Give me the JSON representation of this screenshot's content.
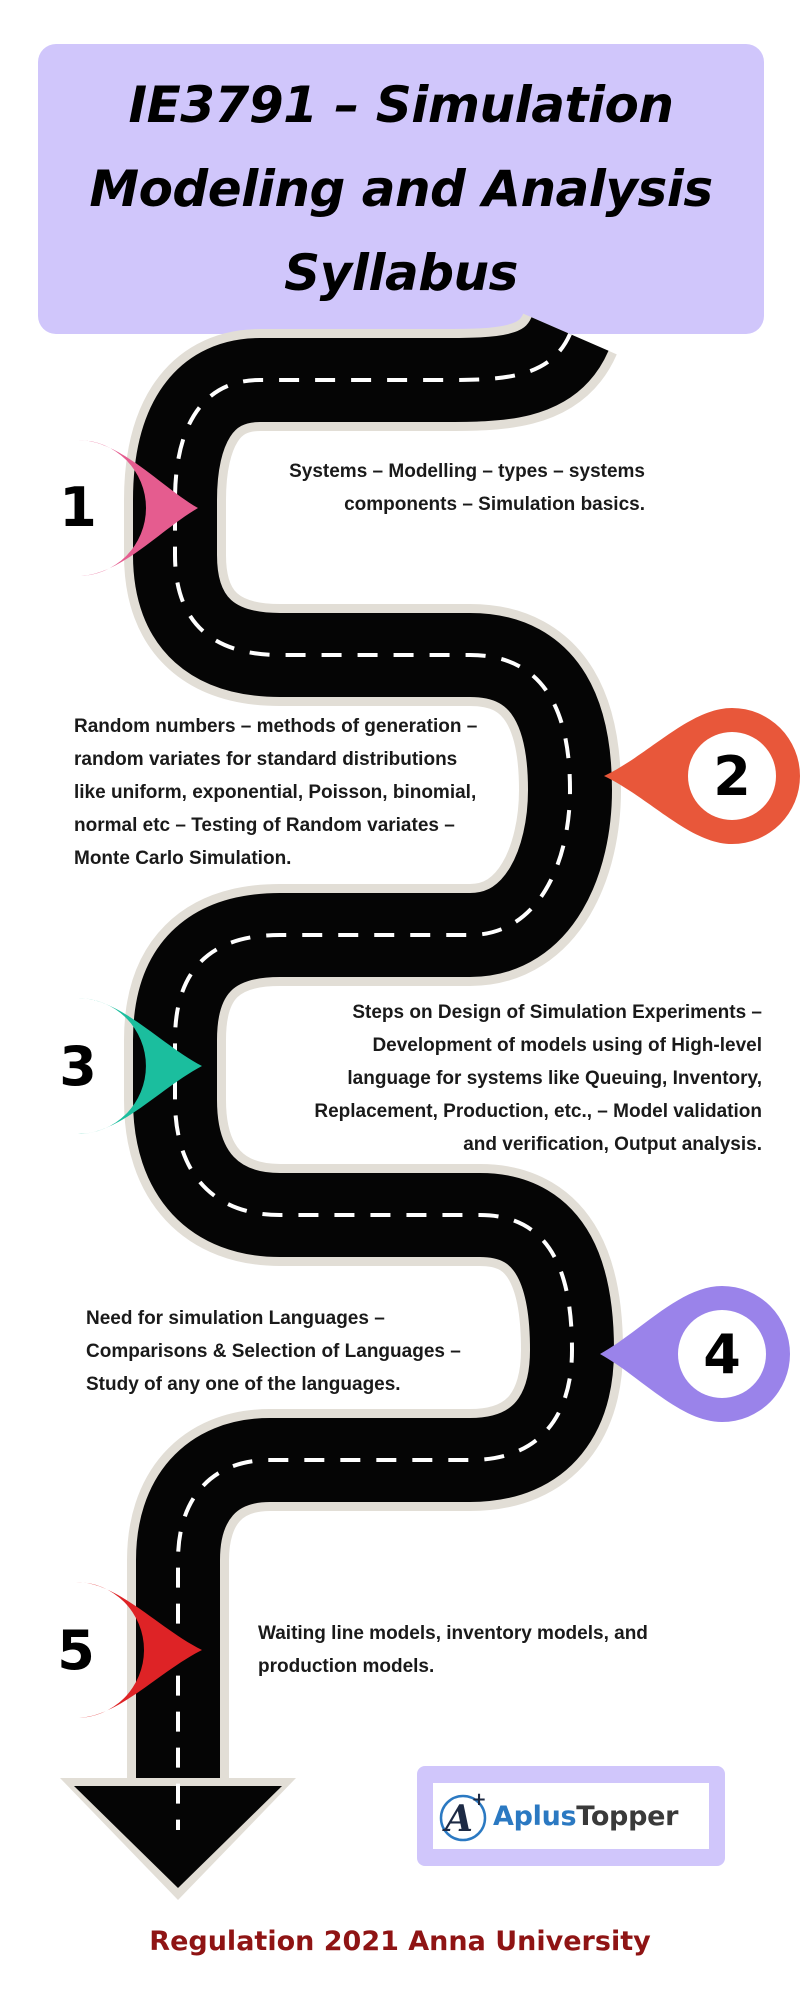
{
  "title": {
    "lines": [
      "IE3791 – Simulation",
      "Modeling and Analysis",
      "Syllabus"
    ]
  },
  "steps": [
    {
      "number": "1",
      "color": "#e55c8f",
      "lines": [
        "Systems  –  Modelling –  types – systems",
        "components  – Simulation basics."
      ]
    },
    {
      "number": "2",
      "color": "#e8573a",
      "lines": [
        "Random numbers – methods of generation –",
        "random variates for standard distributions",
        "like uniform, exponential, Poisson, binomial,",
        "normal etc – Testing of Random variates –",
        "Monte Carlo Simulation."
      ]
    },
    {
      "number": "3",
      "color": "#1bbe9e",
      "lines": [
        "Steps on Design of Simulation Experiments –",
        "Development of models using of High-level",
        "language for systems like Queuing, Inventory,",
        "Replacement, Production, etc., – Model validation",
        "and verification, Output analysis."
      ]
    },
    {
      "number": "4",
      "color": "#9a83ea",
      "lines": [
        "Need for simulation Languages –",
        "Comparisons & Selection of Languages –",
        "Study of any one of the languages."
      ]
    },
    {
      "number": "5",
      "color": "#de2326",
      "lines": [
        "Waiting line models, inventory models, and",
        "production models."
      ]
    }
  ],
  "logo": {
    "word_1": "Aplus",
    "word_2": "Topper",
    "icon": "aplus-logo-icon"
  },
  "footer": {
    "text": "Regulation 2021 Anna University"
  }
}
